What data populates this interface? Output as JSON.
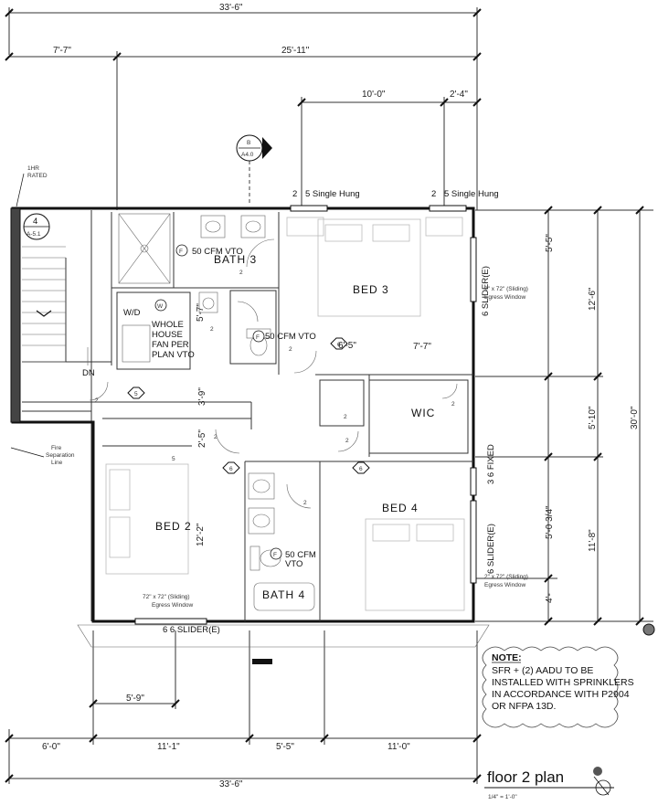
{
  "dimensions": {
    "overall_top": "33'-6\"",
    "overall_bottom": "33'-6\"",
    "top_left": "7'-7\"",
    "top_right": "25'-11\"",
    "window_span": "10'-0\"",
    "window_span2": "2'-4\"",
    "right_1": "5'-5\"",
    "right_2": "12'-6\"",
    "right_3": "5'-10\"",
    "right_4": "30'-0\"",
    "right_5": "5'-0 3/4\"",
    "right_6": "11'-8\"",
    "right_7": "4'-",
    "bottom_1": "6'-0\"",
    "bottom_2": "11'-1\"",
    "bottom_3": "5'-5\"",
    "bottom_4": "11'-0\"",
    "bottom_small": "5'-9\"",
    "int_7_7": "7'-7\"",
    "int_5_7": "5'-7\"",
    "int_3_9": "3'-9\"",
    "int_2_5": "2'-5\"",
    "int_12_2": "12'-2\"",
    "int_6_5": "6'-5\""
  },
  "rooms": {
    "bath3": "BATH 3",
    "bed3": "BED 3",
    "wic": "WIC",
    "bed4": "BED 4",
    "bed2": "BED 2",
    "bath4": "BATH 4",
    "wd": "W/D"
  },
  "labels": {
    "hr_rated": [
      "1HR",
      "RATED"
    ],
    "fire_sep": [
      "Fire",
      "Separation",
      "Line"
    ],
    "dn": "DN",
    "whole_house": [
      "WHOLE",
      "HOUSE",
      "FAN PER",
      "PLAN VTO"
    ],
    "vto_bath3": "50 CFM VTO",
    "vto_hall": "50 CFM VTO",
    "vto_bath4": [
      "50 CFM",
      "VTO"
    ],
    "single_hung_1": "5 Single Hung",
    "single_hung_2": "5 Single Hung",
    "slider_bed3": "6  SLIDER(E)",
    "slider_bed4": "6  SLIDER(E)",
    "fixed_bed4": "3  6  FIXED",
    "slider_bed2": "6   6  SLIDER(E)",
    "egress_bed3": [
      "2\" x 72\" (Sliding)",
      "Egress Window"
    ],
    "egress_bed4": [
      "2\" x 72\" (Sliding)",
      "Egress Window"
    ],
    "egress_bed2": [
      "72\" x 72\" (Sliding)",
      "Egress Window"
    ],
    "section_marker_top": "B",
    "section_marker_bot": "A4.0",
    "detail_tag_top": "4",
    "detail_tag_bot": "A-5.1",
    "window_tag": "6",
    "door_tag": "5",
    "washer": "W",
    "fan": "F",
    "door_2": "2",
    "door_5": "5"
  },
  "note": {
    "heading": "NOTE:",
    "lines": [
      "SFR + (2) AADU TO BE",
      "INSTALLED WITH SPRINKLERS",
      "IN ACCORDANCE WITH P2904",
      "OR NFPA 13D."
    ]
  },
  "title_block": {
    "title": "floor 2 plan",
    "scale": "1/4\" = 1'-0\""
  }
}
